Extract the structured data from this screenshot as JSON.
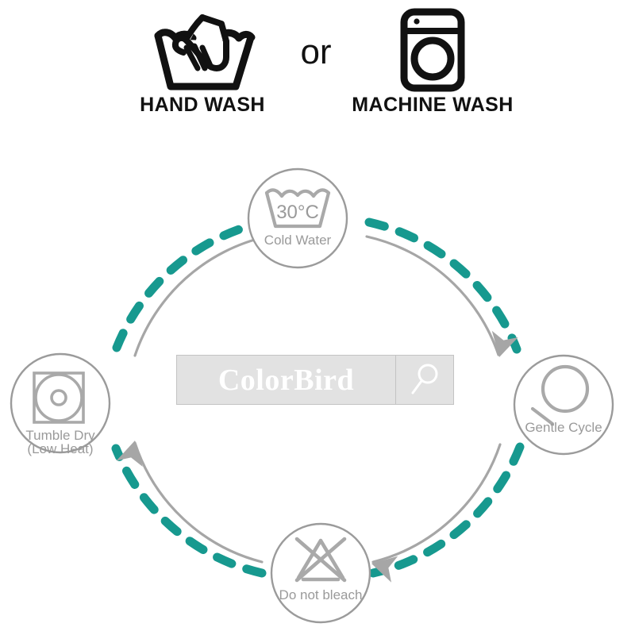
{
  "header": {
    "or_label": "or",
    "methods": [
      {
        "id": "hand-wash",
        "label": "HAND WASH",
        "icon": "hand-wash-icon"
      },
      {
        "id": "machine-wash",
        "label": "MACHINE WASH",
        "icon": "washing-machine-icon"
      }
    ]
  },
  "watermark": {
    "brand": "ColorBird",
    "search_icon": "magnifier-icon"
  },
  "cycle": {
    "direction": "clockwise",
    "colors": {
      "dashed_ring": "#17998f",
      "solid_arc": "#a6a6a6",
      "node_ring": "#9b9b9b",
      "node_text": "#9a9a9a",
      "icon": "#a9a9a9"
    },
    "nodes": [
      {
        "id": "cold-water",
        "icon": "wash-tub-icon",
        "icon_value": "30°C",
        "label_lines": [
          "Cold Water"
        ]
      },
      {
        "id": "gentle-cycle",
        "icon": "gentle-cycle-icon",
        "icon_value": "",
        "label_lines": [
          "Gentle Cycle"
        ]
      },
      {
        "id": "do-not-bleach",
        "icon": "no-bleach-triangle-icon",
        "icon_value": "",
        "label_lines": [
          "Do not bleach"
        ]
      },
      {
        "id": "tumble-dry",
        "icon": "tumble-dry-icon",
        "icon_value": "",
        "label_lines": [
          "Tumble Dry",
          "(Low Heat)"
        ]
      }
    ]
  }
}
